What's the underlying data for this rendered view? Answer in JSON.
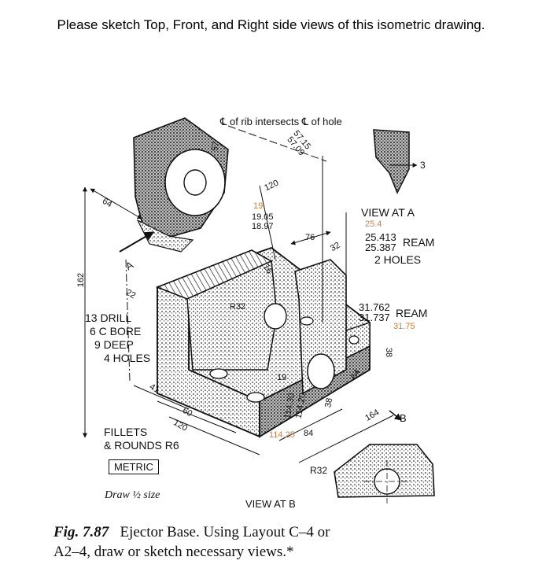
{
  "instruction": "Please sketch Top, Front, and Right side views of this isometric drawing.",
  "labels": {
    "rib_note": "℄ of rib intersects ℄ of hole",
    "view_a": "VIEW AT A",
    "view_b": "VIEW AT B",
    "ream_small_1": "25.413",
    "ream_small_2": "25.387",
    "ream_word": "REAM",
    "two_holes": "2 HOLES",
    "ream_large_1": "31.762",
    "ream_large_2": "31.737",
    "drill_1": "13 DRILL",
    "drill_2": "6 C BORE",
    "drill_3": "9 DEEP",
    "drill_4": "4 HOLES",
    "fillets_1": "FILLETS",
    "fillets_2": "& ROUNDS R6",
    "metric": "METRIC",
    "draw_size": "Draw ½ size",
    "r32_view": "R32",
    "arrow_a": "A",
    "arrow_b": "B"
  },
  "dimensions": {
    "d57_15": "57.15",
    "d57_09": "57.09",
    "d57": "57",
    "d120_top": "120",
    "d64_left": "64",
    "d19_05": "19.05",
    "d18_97": "18.97",
    "d76": "76",
    "d32": "32",
    "d3": "3",
    "d162": "162",
    "d22": "22",
    "d16": "16",
    "dR32": "R32",
    "d19": "19",
    "d38_right": "38",
    "d64_bottom": "64",
    "d164": "164",
    "d114_30": "114.30",
    "d114_20": "114.20",
    "d38_bottom": "38",
    "d84": "84",
    "d41": "41",
    "d60": "60",
    "d120_bottom": "120"
  },
  "annotations_orange": {
    "a19": "19",
    "a25_4": "25.4",
    "a31_75": "31.75",
    "a114_25": "114.25"
  },
  "caption": {
    "fig": "Fig. 7.87",
    "text_1": "Ejector Base. Using Layout C–4 or",
    "text_2": "A2–4, draw or sketch necessary views.*"
  },
  "colors": {
    "annotation": "#e07a2e",
    "ink": "#111111"
  }
}
